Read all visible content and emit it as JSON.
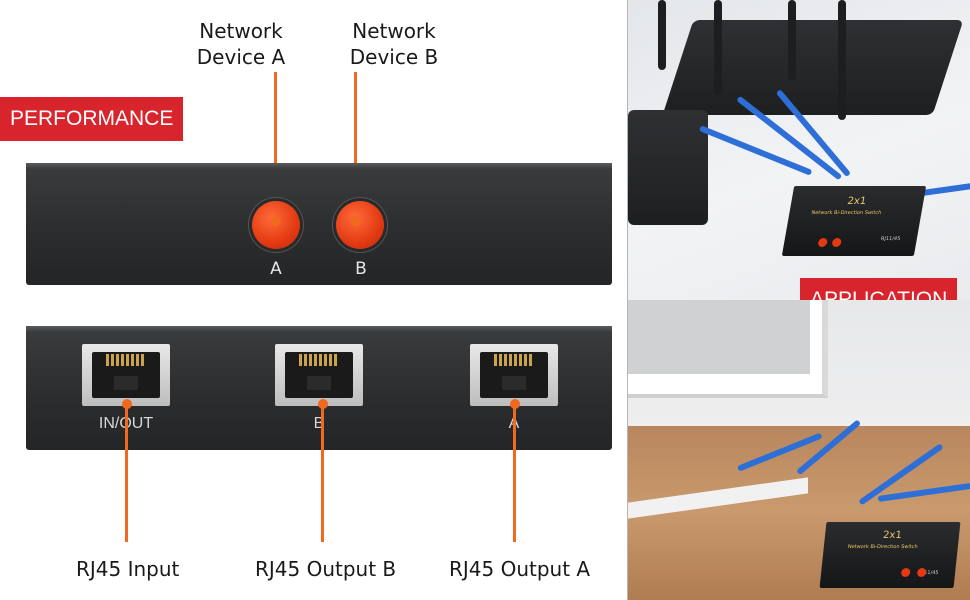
{
  "badges": {
    "performance": "PERFORMANCE",
    "application": "APPLICATION"
  },
  "callouts": {
    "device_a_line1": "Network",
    "device_a_line2": "Device A",
    "device_b_line1": "Network",
    "device_b_line2": "Device B",
    "rj45_input": "RJ45 Input",
    "rj45_output_b": "RJ45 Output B",
    "rj45_output_a": "RJ45 Output A"
  },
  "front_panel": {
    "button_a_label": "A",
    "button_b_label": "B"
  },
  "back_panel": {
    "port_in_out_label": "IN/OUT",
    "port_b_label": "B",
    "port_a_label": "A"
  },
  "product_print": {
    "model": "2x1",
    "name": "Network Bi-Direction Switch",
    "port_type": "RJ11/45"
  },
  "colors": {
    "accent_red": "#d8242c",
    "leader_orange": "#ef6a1f",
    "cable_blue": "#2d6fd6"
  }
}
